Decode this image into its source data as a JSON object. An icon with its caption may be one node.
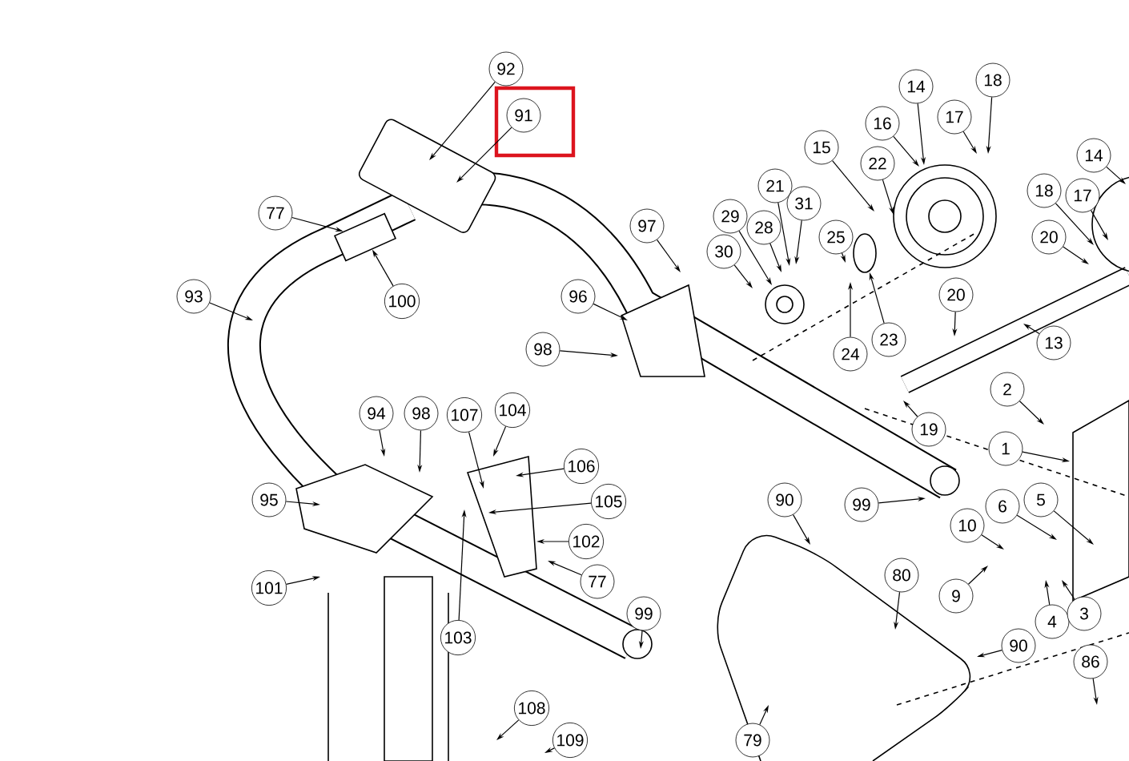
{
  "diagram": {
    "nodes": [
      {
        "text": [
          "92"
        ]
      },
      {
        "text": [
          "91"
        ]
      },
      {
        "text": [
          "77"
        ]
      },
      {
        "text": [
          "93"
        ]
      },
      {
        "text": [
          "100"
        ]
      },
      {
        "text": [
          "96"
        ]
      },
      {
        "text": [
          "98"
        ]
      },
      {
        "text": [
          "97"
        ]
      },
      {
        "text": [
          "29"
        ]
      },
      {
        "text": [
          "30"
        ]
      },
      {
        "text": [
          "28"
        ]
      },
      {
        "text": [
          "21"
        ]
      },
      {
        "text": [
          "31"
        ]
      },
      {
        "text": [
          "25"
        ]
      },
      {
        "text": [
          "15"
        ]
      },
      {
        "text": [
          "22"
        ]
      },
      {
        "text": [
          "16"
        ]
      },
      {
        "text": [
          "14"
        ]
      },
      {
        "text": [
          "17"
        ]
      },
      {
        "text": [
          "18"
        ]
      },
      {
        "text": [
          "24"
        ]
      },
      {
        "text": [
          "23"
        ]
      },
      {
        "text": [
          "13"
        ]
      },
      {
        "text": [
          "20"
        ]
      },
      {
        "text": [
          "20"
        ]
      },
      {
        "text": [
          "18"
        ]
      },
      {
        "text": [
          "17"
        ]
      },
      {
        "text": [
          "14"
        ]
      },
      {
        "text": [
          "19"
        ]
      },
      {
        "text": [
          "2"
        ]
      },
      {
        "text": [
          "1"
        ]
      },
      {
        "text": [
          "5"
        ]
      },
      {
        "text": [
          "6"
        ]
      },
      {
        "text": [
          "10"
        ]
      },
      {
        "text": [
          "9"
        ]
      },
      {
        "text": [
          "4"
        ]
      },
      {
        "text": [
          "3"
        ]
      },
      {
        "text": [
          "99"
        ]
      },
      {
        "text": [
          "90"
        ]
      },
      {
        "text": [
          "80"
        ]
      },
      {
        "text": [
          "90"
        ]
      },
      {
        "text": [
          "86"
        ]
      },
      {
        "text": [
          "79"
        ]
      },
      {
        "text": [
          "94"
        ]
      },
      {
        "text": [
          "98"
        ]
      },
      {
        "text": [
          "107"
        ]
      },
      {
        "text": [
          "104"
        ]
      },
      {
        "text": [
          "106"
        ]
      },
      {
        "text": [
          "105"
        ]
      },
      {
        "text": [
          "102"
        ]
      },
      {
        "text": [
          "77"
        ]
      },
      {
        "text": [
          "95"
        ]
      },
      {
        "text": [
          "101"
        ]
      },
      {
        "text": [
          "103"
        ]
      },
      {
        "text": [
          "99"
        ]
      },
      {
        "text": [
          "108"
        ]
      },
      {
        "text": [
          "109"
        ]
      },
      {
        "text": [],
        "shape": "box"
      }
    ],
    "edges": [
      {
        "from": 0,
        "to": null,
        "arrow": "to"
      },
      {
        "from": 1,
        "to": null,
        "arrow": "to"
      },
      {
        "from": 2,
        "to": 57,
        "arrow": "to"
      },
      {
        "from": 3,
        "to": null,
        "arrow": "to"
      },
      {
        "from": 4,
        "to": 57,
        "arrow": "to"
      },
      {
        "from": 5,
        "to": null,
        "arrow": "to"
      },
      {
        "from": 6,
        "to": null,
        "arrow": "to"
      },
      {
        "from": 7,
        "to": null,
        "arrow": "to"
      },
      {
        "from": 8,
        "to": null,
        "arrow": "to"
      },
      {
        "from": 9,
        "to": null,
        "arrow": "to"
      },
      {
        "from": 10,
        "to": null,
        "arrow": "to"
      },
      {
        "from": 11,
        "to": null,
        "arrow": "to"
      },
      {
        "from": 12,
        "to": null,
        "arrow": "to"
      },
      {
        "from": 13,
        "to": null,
        "arrow": "to"
      },
      {
        "from": 14,
        "to": null,
        "arrow": "to"
      },
      {
        "from": 15,
        "to": null,
        "arrow": "to"
      },
      {
        "from": 16,
        "to": null,
        "arrow": "to"
      },
      {
        "from": 17,
        "to": null,
        "arrow": "to"
      },
      {
        "from": 18,
        "to": null,
        "arrow": "to"
      },
      {
        "from": 19,
        "to": null,
        "arrow": "to"
      },
      {
        "from": 20,
        "to": null,
        "arrow": "to"
      },
      {
        "from": 21,
        "to": null,
        "arrow": "to"
      },
      {
        "from": 22,
        "to": null,
        "arrow": "to"
      },
      {
        "from": 23,
        "to": null,
        "arrow": "to"
      },
      {
        "from": 24,
        "to": null,
        "arrow": "to"
      },
      {
        "from": 25,
        "to": null,
        "arrow": "to"
      },
      {
        "from": 26,
        "to": null,
        "arrow": "to"
      },
      {
        "from": 27,
        "to": null,
        "arrow": "to"
      },
      {
        "from": 28,
        "to": null,
        "arrow": "to"
      },
      {
        "from": 29,
        "to": null,
        "arrow": "to"
      },
      {
        "from": 30,
        "to": null,
        "arrow": "to"
      },
      {
        "from": 31,
        "to": null,
        "arrow": "to"
      },
      {
        "from": 32,
        "to": null,
        "arrow": "to"
      },
      {
        "from": 33,
        "to": null,
        "arrow": "to"
      },
      {
        "from": 34,
        "to": null,
        "arrow": "to"
      },
      {
        "from": 35,
        "to": null,
        "arrow": "to"
      },
      {
        "from": 36,
        "to": null,
        "arrow": "to"
      },
      {
        "from": 37,
        "to": null,
        "arrow": "to"
      },
      {
        "from": 38,
        "to": null,
        "arrow": "to"
      },
      {
        "from": 39,
        "to": null,
        "arrow": "to"
      },
      {
        "from": 40,
        "to": null,
        "arrow": "to"
      },
      {
        "from": 41,
        "to": null,
        "arrow": "to"
      },
      {
        "from": 42,
        "to": null,
        "arrow": "to"
      },
      {
        "from": 43,
        "to": null,
        "arrow": "to"
      },
      {
        "from": 44,
        "to": null,
        "arrow": "to"
      },
      {
        "from": 45,
        "to": null,
        "arrow": "to"
      },
      {
        "from": 46,
        "to": null,
        "arrow": "to"
      },
      {
        "from": 47,
        "to": null,
        "arrow": "to"
      },
      {
        "from": 48,
        "to": null,
        "arrow": "to"
      },
      {
        "from": 49,
        "to": null,
        "arrow": "to"
      },
      {
        "from": 50,
        "to": null,
        "arrow": "to"
      },
      {
        "from": 51,
        "to": null,
        "arrow": "to"
      },
      {
        "from": 52,
        "to": null,
        "arrow": "to"
      },
      {
        "from": 53,
        "to": null,
        "arrow": "to"
      },
      {
        "from": 54,
        "to": null,
        "arrow": "to"
      },
      {
        "from": 55,
        "to": null,
        "arrow": "to"
      },
      {
        "from": 56,
        "to": null,
        "arrow": "to"
      }
    ]
  }
}
